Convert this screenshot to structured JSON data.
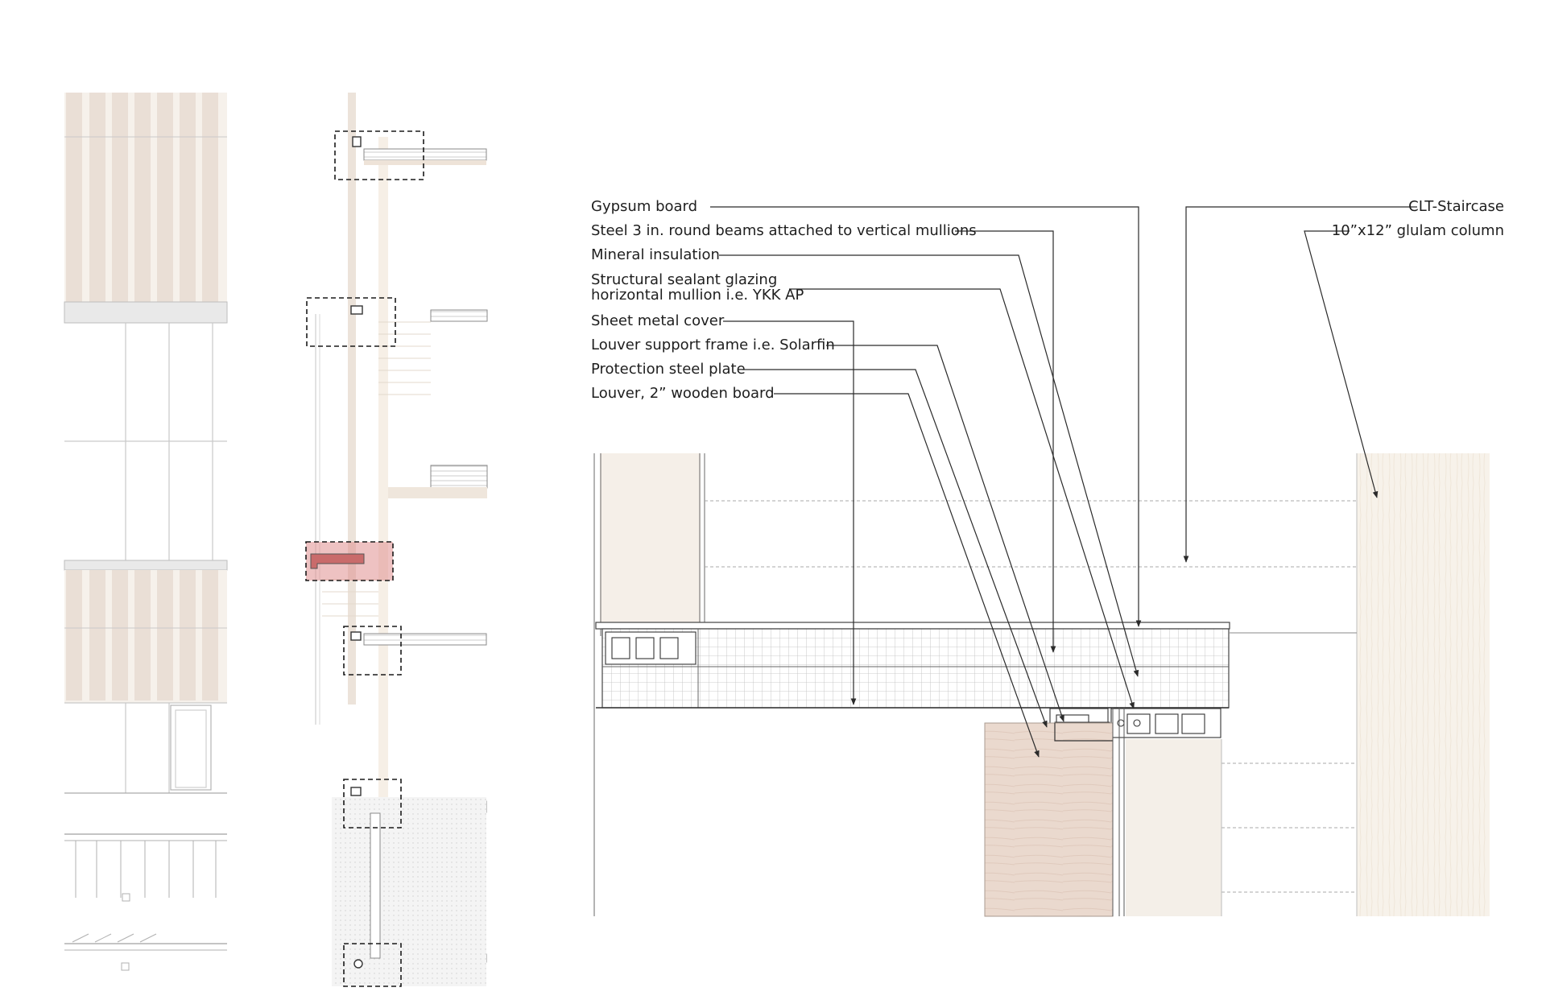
{
  "annotations": {
    "left": [
      {
        "id": "gypsum",
        "text": "Gypsum board"
      },
      {
        "id": "steel-beams",
        "text": "Steel 3 in. round beams attached to vertical mullions"
      },
      {
        "id": "mineral",
        "text": "Mineral insulation"
      },
      {
        "id": "sealant-1",
        "text": "Structural sealant glazing"
      },
      {
        "id": "sealant-2",
        "text": "horizontal mullion i.e. YKK AP"
      },
      {
        "id": "sheet-metal",
        "text": "Sheet metal cover"
      },
      {
        "id": "louver-frame",
        "text": "Louver support frame i.e. Solarfin"
      },
      {
        "id": "steel-plate",
        "text": "Protection steel plate"
      },
      {
        "id": "louver-board",
        "text": "Louver, 2” wooden board"
      }
    ],
    "right": [
      {
        "id": "clt",
        "text": "CLT-Staircase"
      },
      {
        "id": "glulam",
        "text": "10”x12” glulam column"
      }
    ]
  },
  "colors": {
    "wood": "#ece3da",
    "wood_light": "#f4eee6",
    "louver_wood": "#e6d6cc",
    "highlight": "#e08f8f",
    "line": "#3a3a3a",
    "leader": "#2a2a2a"
  }
}
